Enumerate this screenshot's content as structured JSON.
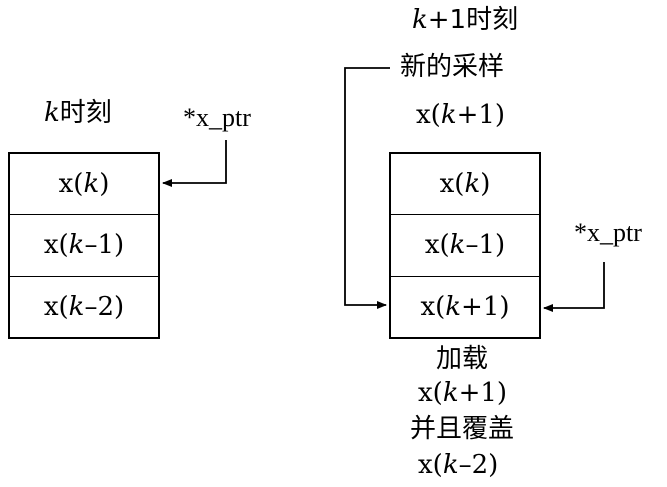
{
  "left": {
    "time_label_var": "k",
    "time_label_text": "时刻",
    "pointer_label": "*x_ptr",
    "cells": [
      {
        "pre": "x(",
        "var": "k",
        "post": ")"
      },
      {
        "pre": "x(",
        "var": "k",
        "post": "–1)"
      },
      {
        "pre": "x(",
        "var": "k",
        "post": "–2)"
      }
    ]
  },
  "right": {
    "time_label_var": "k",
    "time_label_rest": "+1时刻",
    "new_sample_text": "新的采样",
    "new_sample_value": {
      "pre": "x(",
      "var": "k",
      "post": "+1)"
    },
    "pointer_label": "*x_ptr",
    "cells": [
      {
        "pre": "x(",
        "var": "k",
        "post": ")"
      },
      {
        "pre": "x(",
        "var": "k",
        "post": "–1)"
      },
      {
        "pre": "x(",
        "var": "k",
        "post": "+1)"
      }
    ],
    "note": {
      "line1": "加载",
      "line2": {
        "pre": "x(",
        "var": "k",
        "post": "+1)"
      },
      "line3": "并且覆盖",
      "line4": {
        "pre": "x(",
        "var": "k",
        "post": "–2)"
      }
    }
  }
}
